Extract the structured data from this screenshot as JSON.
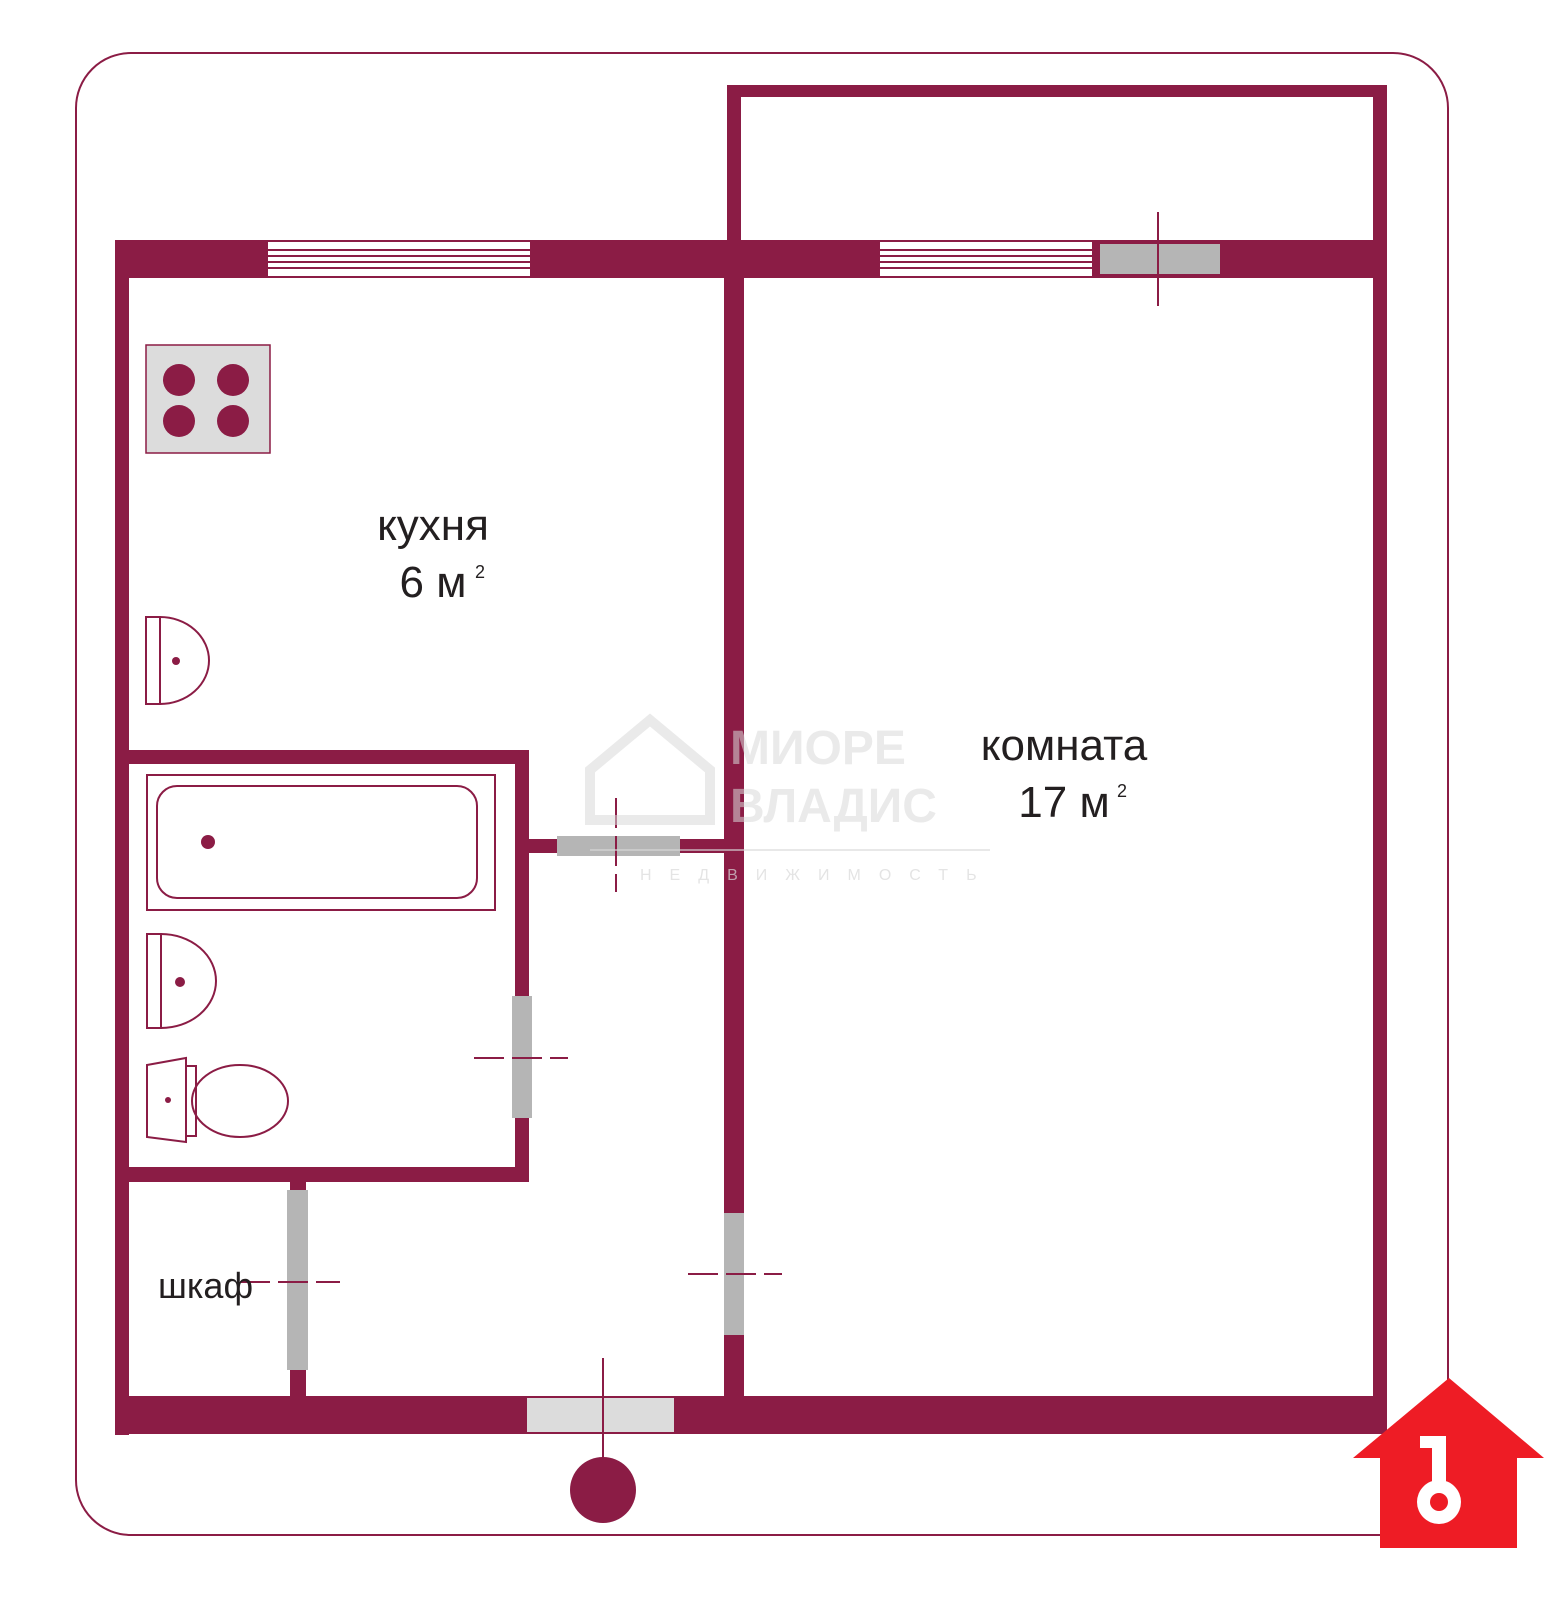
{
  "rooms": {
    "kitchen": {
      "name": "кухня",
      "area": "6 м",
      "unit_sup": "2"
    },
    "room": {
      "name": "комната",
      "area": "17 м",
      "unit_sup": "2"
    },
    "closet": {
      "name": "шкаф"
    }
  },
  "watermark": {
    "line1": "МИОРЕ",
    "line2": "ВЛАДИС",
    "line3": "НЕДВИЖИМОСТЬ"
  },
  "logo": {
    "glyph": "1"
  },
  "colors": {
    "wall": "#8b1c45",
    "door": "#b5b5b5",
    "door_light": "#dcdcdc",
    "fixture_fill": "#dcdcdc",
    "outline": "#8b1c45",
    "logo_red": "#ee1c25"
  }
}
